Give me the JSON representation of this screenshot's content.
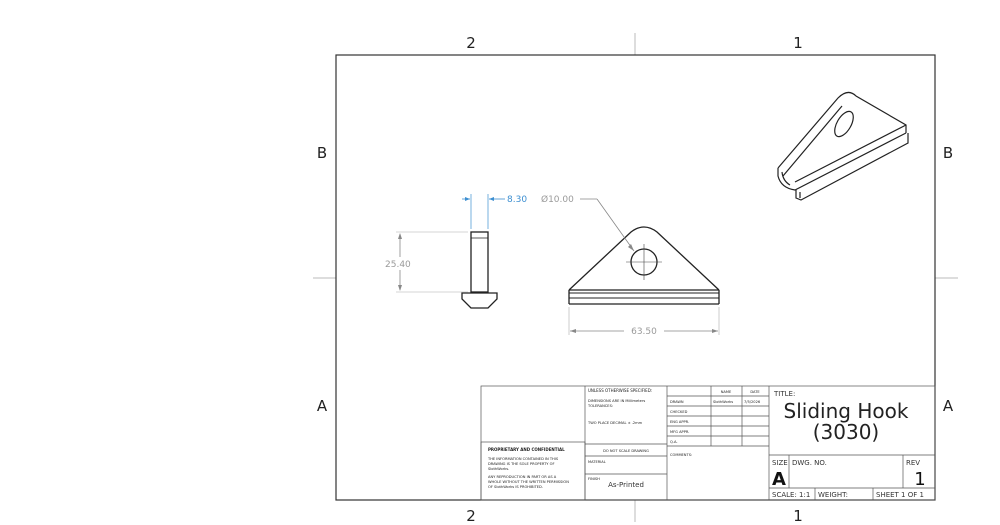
{
  "zones": {
    "col_left": "2",
    "col_right": "1",
    "row_top": "B",
    "row_bottom": "A"
  },
  "dimensions": {
    "width_side": "8.30",
    "height_side": "25.40",
    "hole_diameter": "Ø10.00",
    "base_length": "63.50"
  },
  "title_block": {
    "unless": "UNLESS OTHERWISE SPECIFIED:",
    "dims_line1": "DIMENSIONS ARE IN Millimeters",
    "dims_line2": "TOLERANCES:",
    "two_place": "TWO PLACE DECIMAL  ± .2mm",
    "name_hdr": "NAME",
    "date_hdr": "DATE",
    "drawn": "DRAWN",
    "drawn_name": "SlothWorks",
    "drawn_date": "7/5/2026",
    "checked": "CHECKED",
    "eng_appr": "ENG APPR.",
    "mfg_appr": "MFG APPR.",
    "qa": "Q.A.",
    "comments": "COMMENTS:",
    "proprietary": "PROPRIETARY AND CONFIDENTIAL",
    "prop_l1": "THE INFORMATION CONTAINED IN THIS",
    "prop_l2": "DRAWING IS THE SOLE PROPERTY OF",
    "prop_l3": "SlothWorks.",
    "prop_l4": "ANY REPRODUCTION IN PART OR AS A",
    "prop_l5": "WHOLE WITHOUT THE WRITTEN PERMISSION",
    "prop_l6": "OF SlothWorks IS PROHIBITED.",
    "do_not_scale": "DO NOT SCALE DRAWING",
    "material": "MATERIAL",
    "finish": "FINISH",
    "finish_value": "As-Printed",
    "title_label": "TITLE:",
    "title_line1": "Sliding Hook",
    "title_line2": "(3030)",
    "size_label": "SIZE",
    "size_value": "A",
    "dwg_no_label": "DWG.  NO.",
    "rev_label": "REV",
    "rev_value": "1",
    "scale": "SCALE: 1:1",
    "weight": "WEIGHT:",
    "sheet": "SHEET 1 OF 1"
  }
}
